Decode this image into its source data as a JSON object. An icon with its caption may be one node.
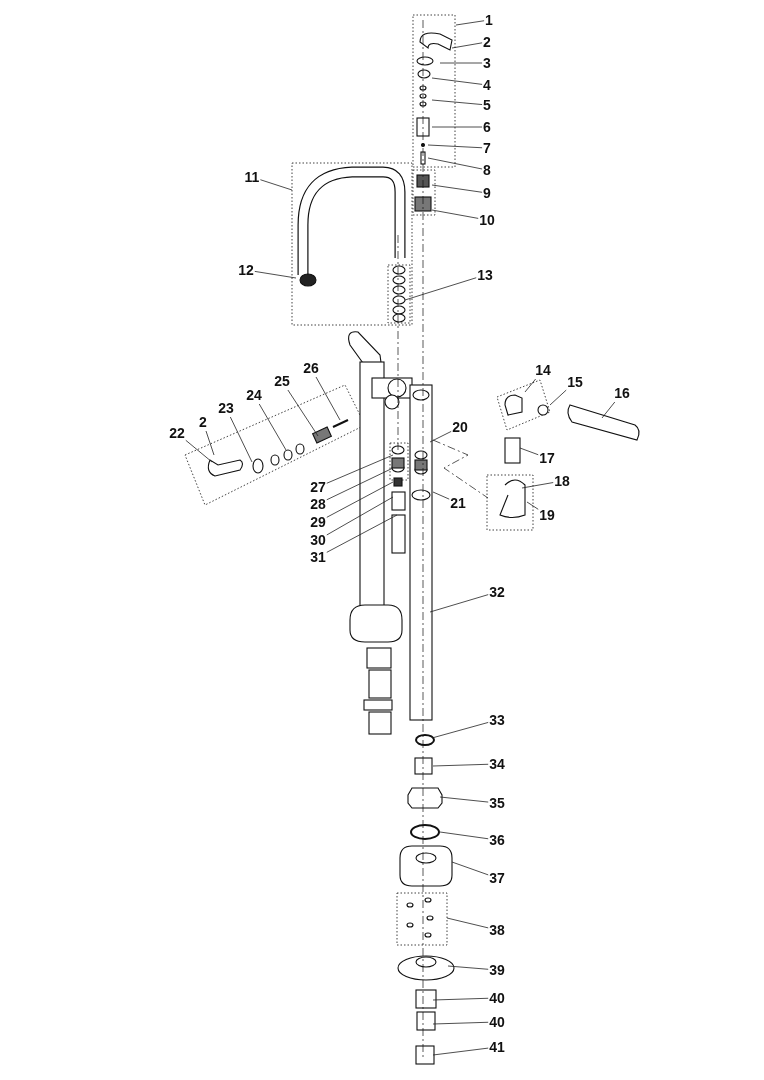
{
  "diagram": {
    "nodes": [
      {
        "text": [
          "1"
        ]
      },
      {
        "text": [
          "2"
        ]
      },
      {
        "text": [
          "3"
        ]
      },
      {
        "text": [
          "4"
        ]
      },
      {
        "text": [
          "5"
        ]
      },
      {
        "text": [
          "6"
        ]
      },
      {
        "text": [
          "7"
        ]
      },
      {
        "text": [
          "8"
        ]
      },
      {
        "text": [
          "9"
        ]
      },
      {
        "text": [
          "10"
        ]
      },
      {
        "text": [
          "11"
        ]
      },
      {
        "text": [
          "12"
        ]
      },
      {
        "text": [
          "13"
        ]
      },
      {
        "text": [
          "14"
        ]
      },
      {
        "text": [
          "15"
        ]
      },
      {
        "text": [
          "16"
        ]
      },
      {
        "text": [
          "17"
        ]
      },
      {
        "text": [
          "18"
        ]
      },
      {
        "text": [
          "19"
        ]
      },
      {
        "text": [
          "20"
        ]
      },
      {
        "text": [
          "21"
        ]
      },
      {
        "text": [
          "22"
        ]
      },
      {
        "text": [
          "2"
        ]
      },
      {
        "text": [
          "23"
        ]
      },
      {
        "text": [
          "24"
        ]
      },
      {
        "text": [
          "25"
        ]
      },
      {
        "text": [
          "26"
        ]
      },
      {
        "text": [
          "27"
        ]
      },
      {
        "text": [
          "28"
        ]
      },
      {
        "text": [
          "29"
        ]
      },
      {
        "text": [
          "30"
        ]
      },
      {
        "text": [
          "31"
        ]
      },
      {
        "text": [
          "32"
        ]
      },
      {
        "text": [
          "33"
        ]
      },
      {
        "text": [
          "34"
        ]
      },
      {
        "text": [
          "35"
        ]
      },
      {
        "text": [
          "36"
        ]
      },
      {
        "text": [
          "37"
        ]
      },
      {
        "text": [
          "38"
        ]
      },
      {
        "text": [
          "39"
        ]
      },
      {
        "text": [
          "40"
        ]
      },
      {
        "text": [
          "40"
        ]
      },
      {
        "text": [
          "41"
        ]
      }
    ],
    "edges": [
      {
        "from": 0,
        "to": null,
        "arrow": "none"
      },
      {
        "from": 1,
        "to": null,
        "arrow": "none"
      },
      {
        "from": 2,
        "to": null,
        "arrow": "none"
      },
      {
        "from": 3,
        "to": null,
        "arrow": "none"
      },
      {
        "from": 4,
        "to": null,
        "arrow": "none"
      },
      {
        "from": 5,
        "to": null,
        "arrow": "none"
      },
      {
        "from": 6,
        "to": null,
        "arrow": "none"
      },
      {
        "from": 7,
        "to": null,
        "arrow": "none"
      },
      {
        "from": 8,
        "to": null,
        "arrow": "none"
      },
      {
        "from": 9,
        "to": null,
        "arrow": "none"
      },
      {
        "from": 10,
        "to": null,
        "arrow": "none"
      },
      {
        "from": 11,
        "to": null,
        "arrow": "none"
      },
      {
        "from": 12,
        "to": null,
        "arrow": "none"
      },
      {
        "from": 13,
        "to": null,
        "arrow": "none"
      },
      {
        "from": 14,
        "to": null,
        "arrow": "none"
      },
      {
        "from": 15,
        "to": null,
        "arrow": "none"
      },
      {
        "from": 16,
        "to": null,
        "arrow": "none"
      },
      {
        "from": 17,
        "to": null,
        "arrow": "none"
      },
      {
        "from": 18,
        "to": null,
        "arrow": "none"
      },
      {
        "from": 19,
        "to": null,
        "arrow": "none"
      },
      {
        "from": 20,
        "to": null,
        "arrow": "none"
      },
      {
        "from": 21,
        "to": null,
        "arrow": "none"
      },
      {
        "from": 22,
        "to": null,
        "arrow": "none"
      },
      {
        "from": 23,
        "to": null,
        "arrow": "none"
      },
      {
        "from": 24,
        "to": null,
        "arrow": "none"
      },
      {
        "from": 25,
        "to": null,
        "arrow": "none"
      },
      {
        "from": 26,
        "to": null,
        "arrow": "none"
      },
      {
        "from": 27,
        "to": null,
        "arrow": "none"
      },
      {
        "from": 28,
        "to": null,
        "arrow": "none"
      },
      {
        "from": 29,
        "to": null,
        "arrow": "none"
      },
      {
        "from": 30,
        "to": null,
        "arrow": "none"
      },
      {
        "from": 31,
        "to": null,
        "arrow": "none"
      },
      {
        "from": 32,
        "to": null,
        "arrow": "none"
      },
      {
        "from": 33,
        "to": null,
        "arrow": "none"
      },
      {
        "from": 34,
        "to": null,
        "arrow": "none"
      },
      {
        "from": 35,
        "to": null,
        "arrow": "none"
      },
      {
        "from": 36,
        "to": null,
        "arrow": "none"
      },
      {
        "from": 37,
        "to": null,
        "arrow": "none"
      },
      {
        "from": 38,
        "to": null,
        "arrow": "none"
      },
      {
        "from": 39,
        "to": null,
        "arrow": "none"
      },
      {
        "from": 40,
        "to": null,
        "arrow": "none"
      },
      {
        "from": 41,
        "to": null,
        "arrow": "none"
      },
      {
        "from": 42,
        "to": null,
        "arrow": "none"
      }
    ]
  }
}
